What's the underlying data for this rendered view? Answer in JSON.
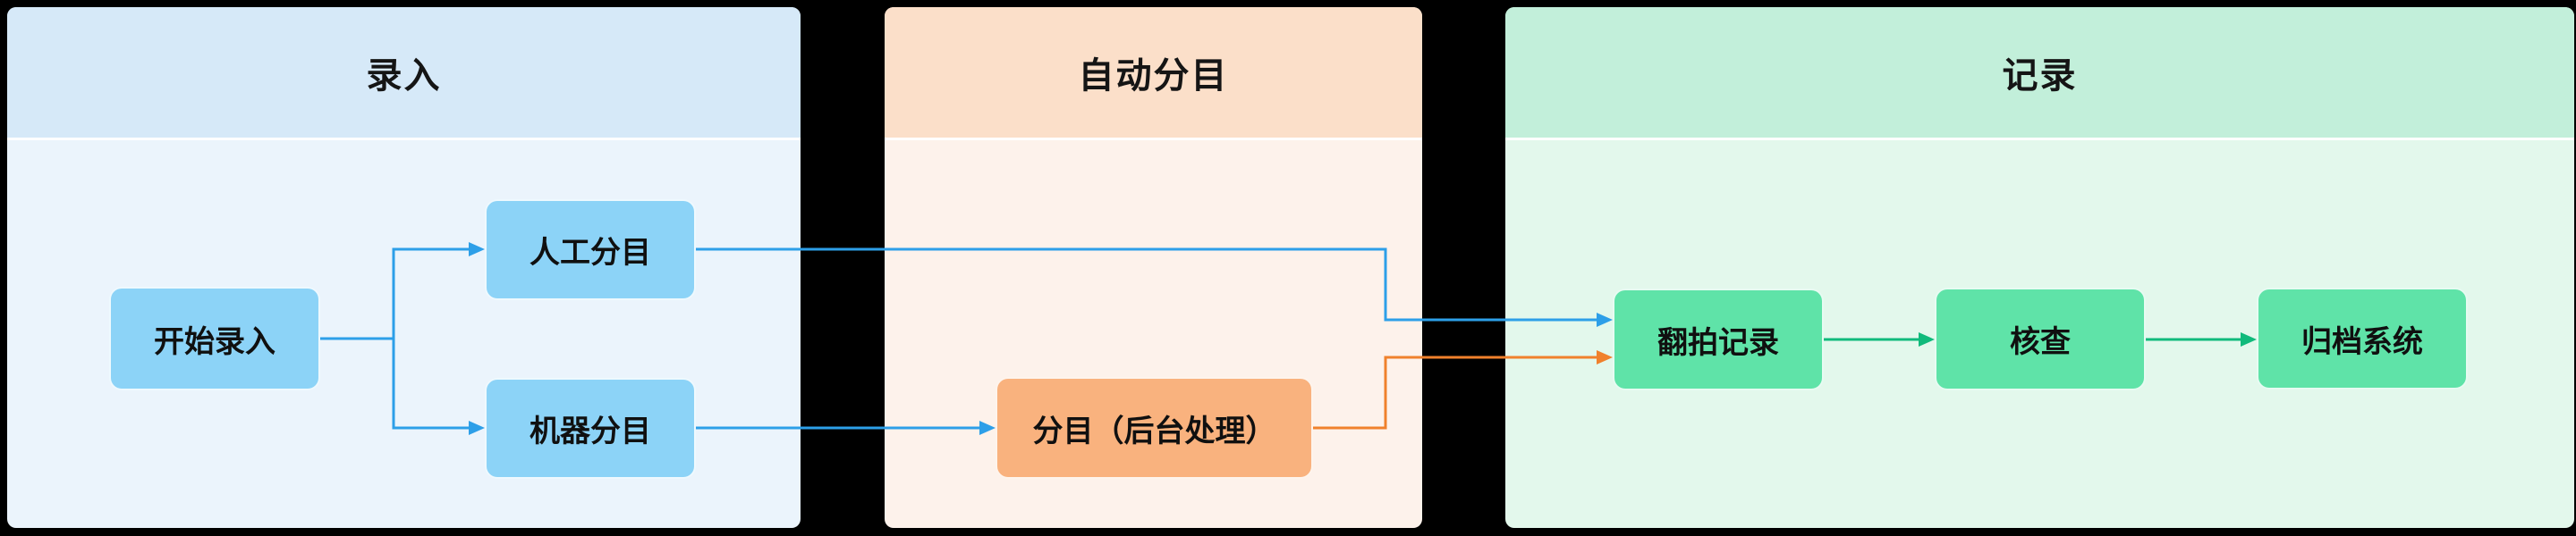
{
  "canvas": {
    "background": "#000000"
  },
  "lanes": [
    {
      "id": "entry",
      "title": "录入",
      "header_bg": "#D6E9F8",
      "body_bg": "#EBF4FC"
    },
    {
      "id": "auto",
      "title": "自动分目",
      "header_bg": "#FBDFC9",
      "body_bg": "#FDF2EB"
    },
    {
      "id": "record",
      "title": "记录",
      "header_bg": "#C2EFDA",
      "body_bg": "#E3F8EC"
    }
  ],
  "nodes": [
    {
      "id": "start",
      "label": "开始录入",
      "lane": "录入",
      "fill": "#8CD3F7"
    },
    {
      "id": "manual",
      "label": "人工分目",
      "lane": "录入",
      "fill": "#8CD3F7"
    },
    {
      "id": "machine",
      "label": "机器分目",
      "lane": "录入",
      "fill": "#8CD3F7"
    },
    {
      "id": "categorize",
      "label": "分目（后台处理）",
      "lane": "自动分目",
      "fill": "#F9B27E"
    },
    {
      "id": "rephoto",
      "label": "翻拍记录",
      "lane": "记录",
      "fill": "#5FE3A8"
    },
    {
      "id": "check",
      "label": "核查",
      "lane": "记录",
      "fill": "#5FE3A8"
    },
    {
      "id": "archive",
      "label": "归档系统",
      "lane": "记录",
      "fill": "#5FE3A8"
    }
  ],
  "edges": [
    {
      "from": "开始录入",
      "to": "人工分目",
      "color": "#2D9FE8"
    },
    {
      "from": "开始录入",
      "to": "机器分目",
      "color": "#2D9FE8"
    },
    {
      "from": "人工分目",
      "to": "翻拍记录",
      "color": "#2D9FE8"
    },
    {
      "from": "机器分目",
      "to": "分目（后台处理）",
      "color": "#2D9FE8"
    },
    {
      "from": "分目（后台处理）",
      "to": "翻拍记录",
      "color": "#F0812C"
    },
    {
      "from": "翻拍记录",
      "to": "核查",
      "color": "#10BA7B"
    },
    {
      "from": "核查",
      "to": "归档系统",
      "color": "#10BA7B"
    }
  ],
  "edge_colors": {
    "blue": "#2D9FE8",
    "orange": "#F0812C",
    "green": "#10BA7B"
  }
}
